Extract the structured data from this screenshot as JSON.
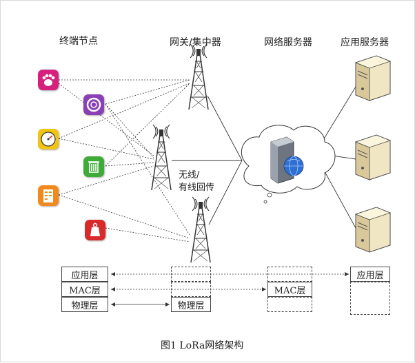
{
  "headers": {
    "end_nodes": "终端节点",
    "gateway": "网关/集中器",
    "network_server": "网络服务器",
    "app_server": "应用服务器"
  },
  "backhaul_label": [
    "无线/",
    "有线回传"
  ],
  "layers": {
    "end_node": [
      "应用层",
      "MAC层",
      "物理层"
    ],
    "gateway": [
      "物理层"
    ],
    "network_server": [
      "MAC层"
    ],
    "app_server": [
      "应用层"
    ]
  },
  "caption": "图1    LoRa网络架构",
  "colors": {
    "pet_icon": "#d6207d",
    "ring_icon": "#8a3fb5",
    "meter_icon": "#f1c40f",
    "bin_icon": "#3eaa38",
    "locker_icon": "#f08a1c",
    "tag_icon": "#d82a2a"
  },
  "icons": [
    "paw-icon",
    "ring-icon",
    "gauge-icon",
    "trash-bin-icon",
    "locker-icon",
    "tag-icon",
    "tower-icon",
    "cloud-icon",
    "server-icon",
    "globe-icon"
  ]
}
